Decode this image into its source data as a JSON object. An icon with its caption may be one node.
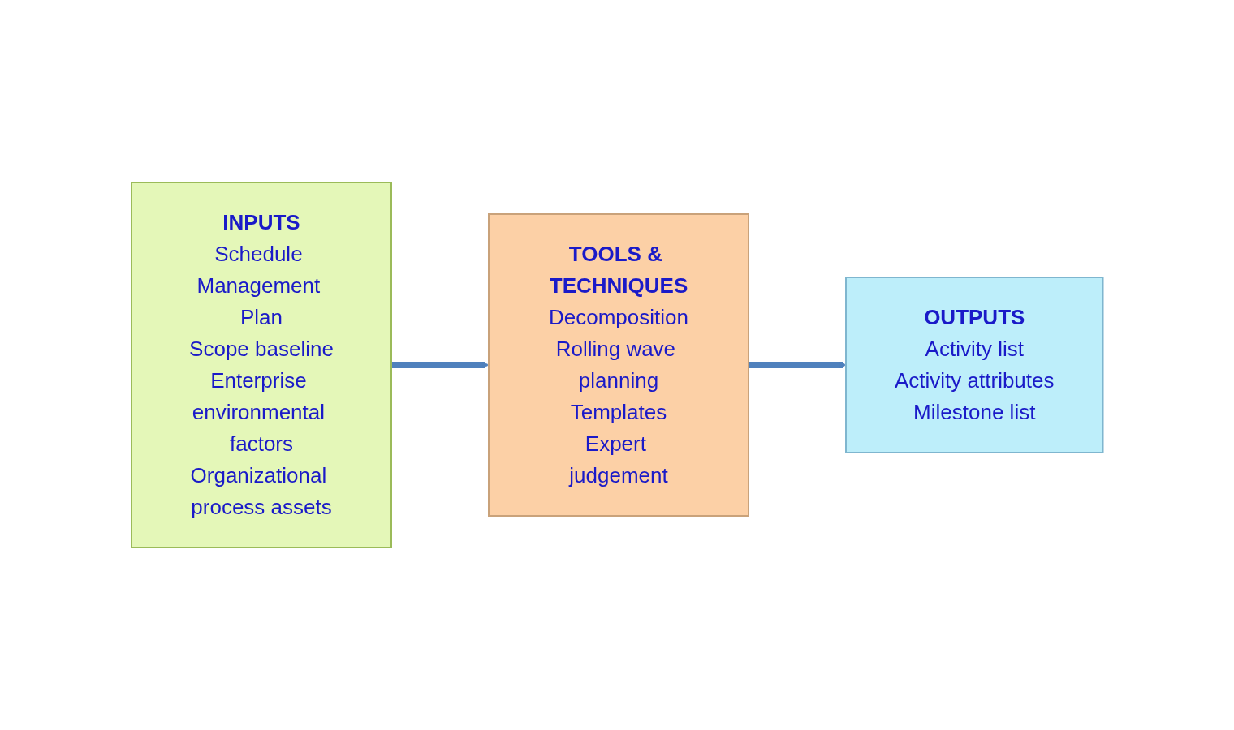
{
  "diagram": {
    "nodes": [
      {
        "text": [
          "TOOLS & TECHNIQUES",
          "Decomposition",
          "Rolling wave planning",
          "Templates",
          "Expert judgement"
        ]
      },
      {
        "text": [
          "INPUTS",
          "Schedule Management Plan",
          "Scope baseline",
          "Enterprise environmental factors",
          "Organizational process assets"
        ]
      },
      {
        "text": [
          "OUTPUTS",
          "Activity list",
          "Activity attributes",
          "Milestone list"
        ]
      }
    ],
    "edges": [
      {
        "from": 1,
        "to": 0,
        "arrow": "to"
      },
      {
        "from": 0,
        "to": 2,
        "arrow": "to"
      }
    ]
  }
}
